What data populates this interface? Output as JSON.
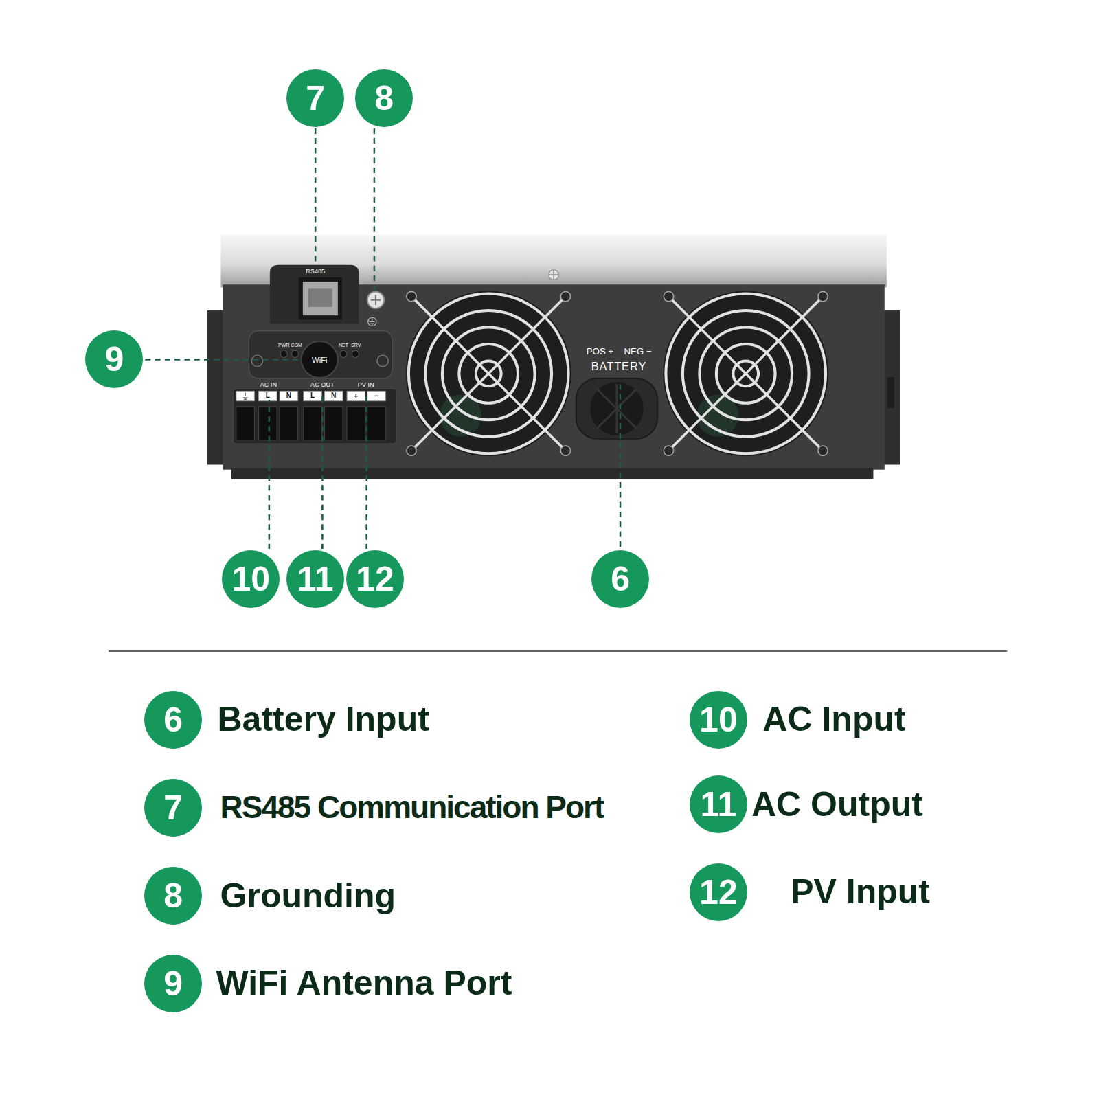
{
  "diagram": {
    "nodes": [
      {
        "text": [
          "7"
        ]
      },
      {
        "text": [
          "8"
        ]
      },
      {
        "text": [
          "9"
        ]
      },
      {
        "text": [
          "10"
        ]
      },
      {
        "text": [
          "11"
        ]
      },
      {
        "text": [
          "12"
        ]
      },
      {
        "text": [
          "6"
        ]
      },
      {
        "text": [
          "6",
          "Battery Input"
        ]
      },
      {
        "text": [
          "10",
          "AC Input"
        ]
      },
      {
        "text": [
          "7",
          "RS485 Communication Port"
        ]
      },
      {
        "text": [
          "11",
          "AC Output"
        ]
      },
      {
        "text": [
          "8",
          "Grounding"
        ]
      },
      {
        "text": [
          "12",
          "PV Input"
        ]
      },
      {
        "text": [
          "9",
          "WiFi Antenna Port"
        ]
      }
    ],
    "labels": [
      "RS485",
      "PWR",
      "COM",
      "NET",
      "SRV",
      "WiFi",
      "AC IN",
      "AC OUT",
      "PV IN",
      "L",
      "N",
      "L",
      "N",
      "+",
      "−",
      "POS +",
      "NEG −",
      "BATTERY"
    ]
  }
}
